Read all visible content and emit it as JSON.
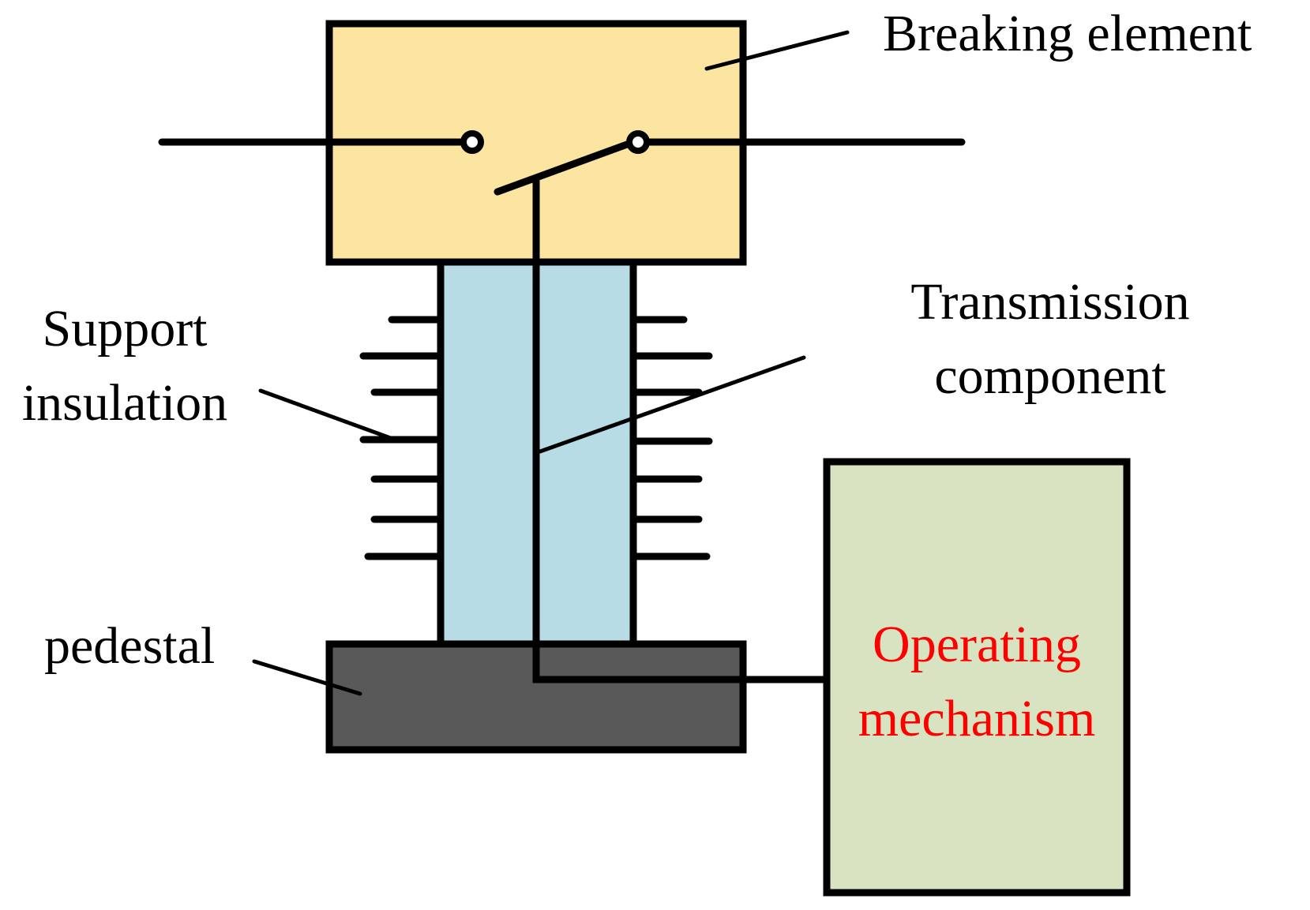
{
  "labels": {
    "breaking_element": "Breaking element",
    "transmission_component": [
      "Transmission",
      "component"
    ],
    "support_insulation": [
      "Support",
      "insulation"
    ],
    "pedestal": "pedestal",
    "operating_mechanism": [
      "Operating",
      "mechanism"
    ]
  },
  "colors": {
    "breaking_element_fill": "#fce5a0",
    "insulator_fill": "#b8dce6",
    "pedestal_fill": "#595959",
    "operating_mechanism_fill": "#d8e3c1",
    "operating_mechanism_text": "#ff0000",
    "stroke": "#000000"
  }
}
